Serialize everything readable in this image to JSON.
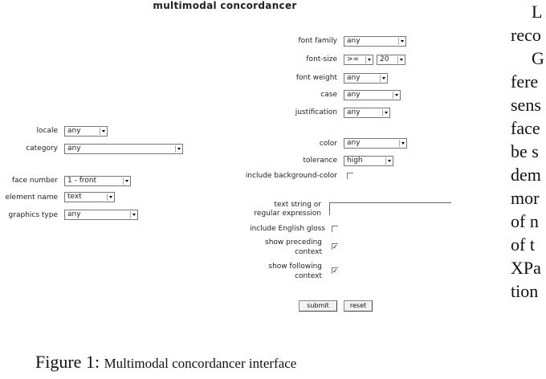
{
  "title": "multimodal concordancer",
  "right_form": {
    "font_family": {
      "label": "font family",
      "value": "any"
    },
    "font_size": {
      "label": "font-size",
      "operator": ">=",
      "value": "20"
    },
    "font_weight": {
      "label": "font weight",
      "value": "any"
    },
    "case": {
      "label": "case",
      "value": "any"
    },
    "justification": {
      "label": "justification",
      "value": "any"
    },
    "color": {
      "label": "color",
      "value": "any"
    },
    "tolerance": {
      "label": "tolerance",
      "value": "high"
    },
    "include_background_color": {
      "label": "include background-color"
    },
    "text_string": {
      "label_line1": "text string or",
      "label_line2": "regular expression",
      "value": ""
    },
    "include_english_gloss": {
      "label": "include English gloss"
    },
    "show_preceding": {
      "label_line1": "show preceding",
      "label_line2": "context",
      "checked": "✓"
    },
    "show_following": {
      "label_line1": "show following",
      "label_line2": "context",
      "checked": "✓"
    },
    "submit_label": "submit",
    "reset_label": "reset"
  },
  "left_form": {
    "locale": {
      "label": "locale",
      "value": "any"
    },
    "category": {
      "label": "category",
      "value": "any"
    },
    "face_number": {
      "label": "face number",
      "value": "1 - front"
    },
    "element_name": {
      "label": "element name",
      "value": "text"
    },
    "graphics_type": {
      "label": "graphics type",
      "value": "any"
    }
  },
  "caption": {
    "prefix": "Figure 1:",
    "text": "Multimodal concordancer interface"
  },
  "body_column": [
    "L",
    "reco",
    "G",
    "fere",
    "sens",
    "face",
    "be s",
    "dem",
    "mor",
    "of n",
    "of t",
    "XPa",
    "tion"
  ]
}
